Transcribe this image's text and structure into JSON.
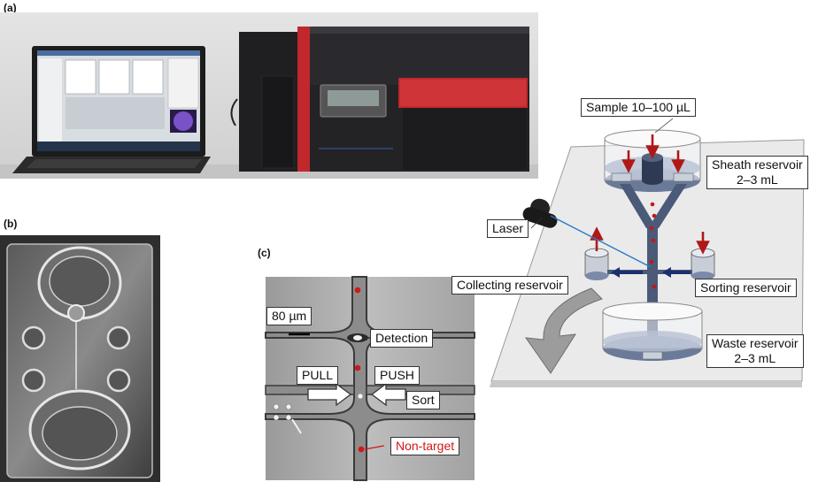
{
  "panels": {
    "a": "(a)",
    "b": "(b)",
    "c": "(c)"
  },
  "labels": {
    "sample": "Sample 10–100 µL",
    "sheath_line1": "Sheath reservoir",
    "sheath_line2": "2–3 mL",
    "laser": "Laser",
    "collecting": "Collecting reservoir",
    "sorting": "Sorting reservoir",
    "waste_line1": "Waste reservoir",
    "waste_line2": "2–3 mL",
    "scale": "80 µm",
    "detection": "Detection",
    "pull": "PULL",
    "push": "PUSH",
    "sort": "Sort",
    "non_target": "Non-target"
  },
  "colors": {
    "instrument_red": "#c0282c",
    "instrument_body": "#2a2a2e",
    "channel_blue": "#4a5a78",
    "arrow_red": "#b01818",
    "arrow_navy": "#1c2f6e",
    "laser_line": "#2a7ac8",
    "non_target_text": "#d01818"
  }
}
